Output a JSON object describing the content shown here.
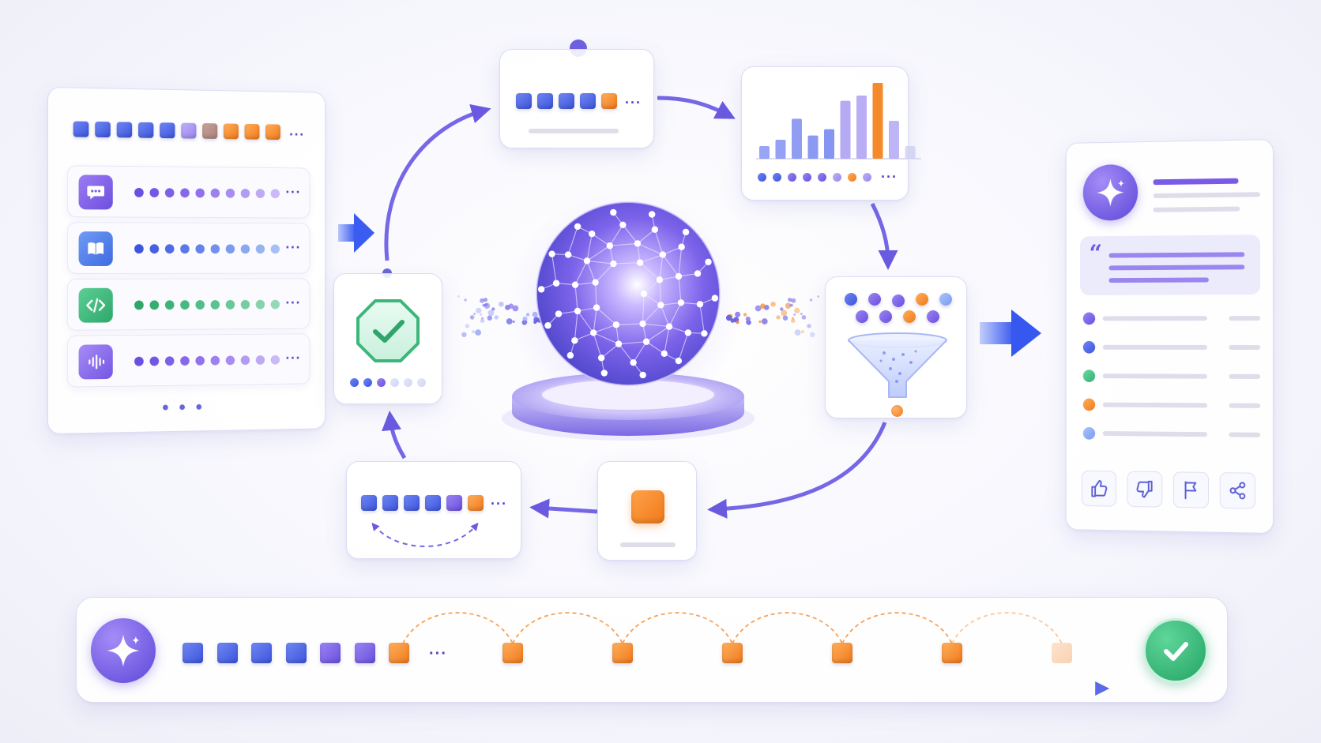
{
  "colors": {
    "blue": "#4a63e6",
    "violet": "#7a5ae8",
    "lavender": "#a18cf0",
    "orange": "#f58a2a",
    "green": "#3cb67a",
    "accent_line": "#6a5ae0"
  },
  "input_panel": {
    "token_sequence": [
      "blue",
      "blue",
      "blue",
      "blue",
      "blue",
      "lavender",
      "brown",
      "orange",
      "orange",
      "orange"
    ],
    "sources": [
      {
        "icon": "chat-bubble-icon",
        "color": "#7b5ce8",
        "dots": "violet"
      },
      {
        "icon": "book-icon",
        "color": "#4a7ae8",
        "dots": "blue"
      },
      {
        "icon": "code-icon",
        "color": "#3cb67a",
        "dots": "green"
      },
      {
        "icon": "audio-wave-icon",
        "color": "#8a6ae8",
        "dots": "violet"
      }
    ]
  },
  "pipeline": {
    "top_tokens": [
      "blue",
      "blue",
      "blue",
      "blue",
      "orange"
    ],
    "histogram": [
      0.12,
      0.18,
      0.38,
      0.22,
      0.28,
      0.55,
      0.6,
      0.72,
      0.36,
      0.12
    ],
    "histogram_highlight_index": 7,
    "histogram_dots": [
      "blue",
      "blue",
      "violet",
      "violet",
      "violet",
      "lavender",
      "orange",
      "lavender"
    ],
    "funnel_balls": [
      "blue",
      "violet",
      "violet",
      "orange",
      "lightblue",
      "violet",
      "violet",
      "orange",
      "violet"
    ],
    "sample_output": "orange",
    "feedback_tokens": [
      "blue",
      "blue",
      "blue",
      "blue",
      "violet",
      "orange"
    ],
    "check_dots": [
      "blue",
      "blue",
      "violet",
      "light",
      "light",
      "light"
    ]
  },
  "core": {
    "icon": "neural-network-sphere-icon"
  },
  "response_panel": {
    "avatar_icon": "sparkle-icon",
    "quote_icon": "quote-icon",
    "list_bullets": [
      "violet",
      "blue",
      "green",
      "orange",
      "lightblue"
    ],
    "actions": [
      {
        "name": "thumbs-up",
        "icon": "thumbs-up-icon"
      },
      {
        "name": "thumbs-down",
        "icon": "thumbs-down-icon"
      },
      {
        "name": "flag",
        "icon": "flag-icon"
      },
      {
        "name": "share",
        "icon": "share-icon"
      }
    ]
  },
  "timeline": {
    "start_icon": "sparkle-icon",
    "end_icon": "check-icon",
    "prompt_tokens": [
      "blue",
      "blue",
      "blue",
      "blue",
      "violet",
      "violet",
      "orange"
    ],
    "generated_steps": 6
  }
}
